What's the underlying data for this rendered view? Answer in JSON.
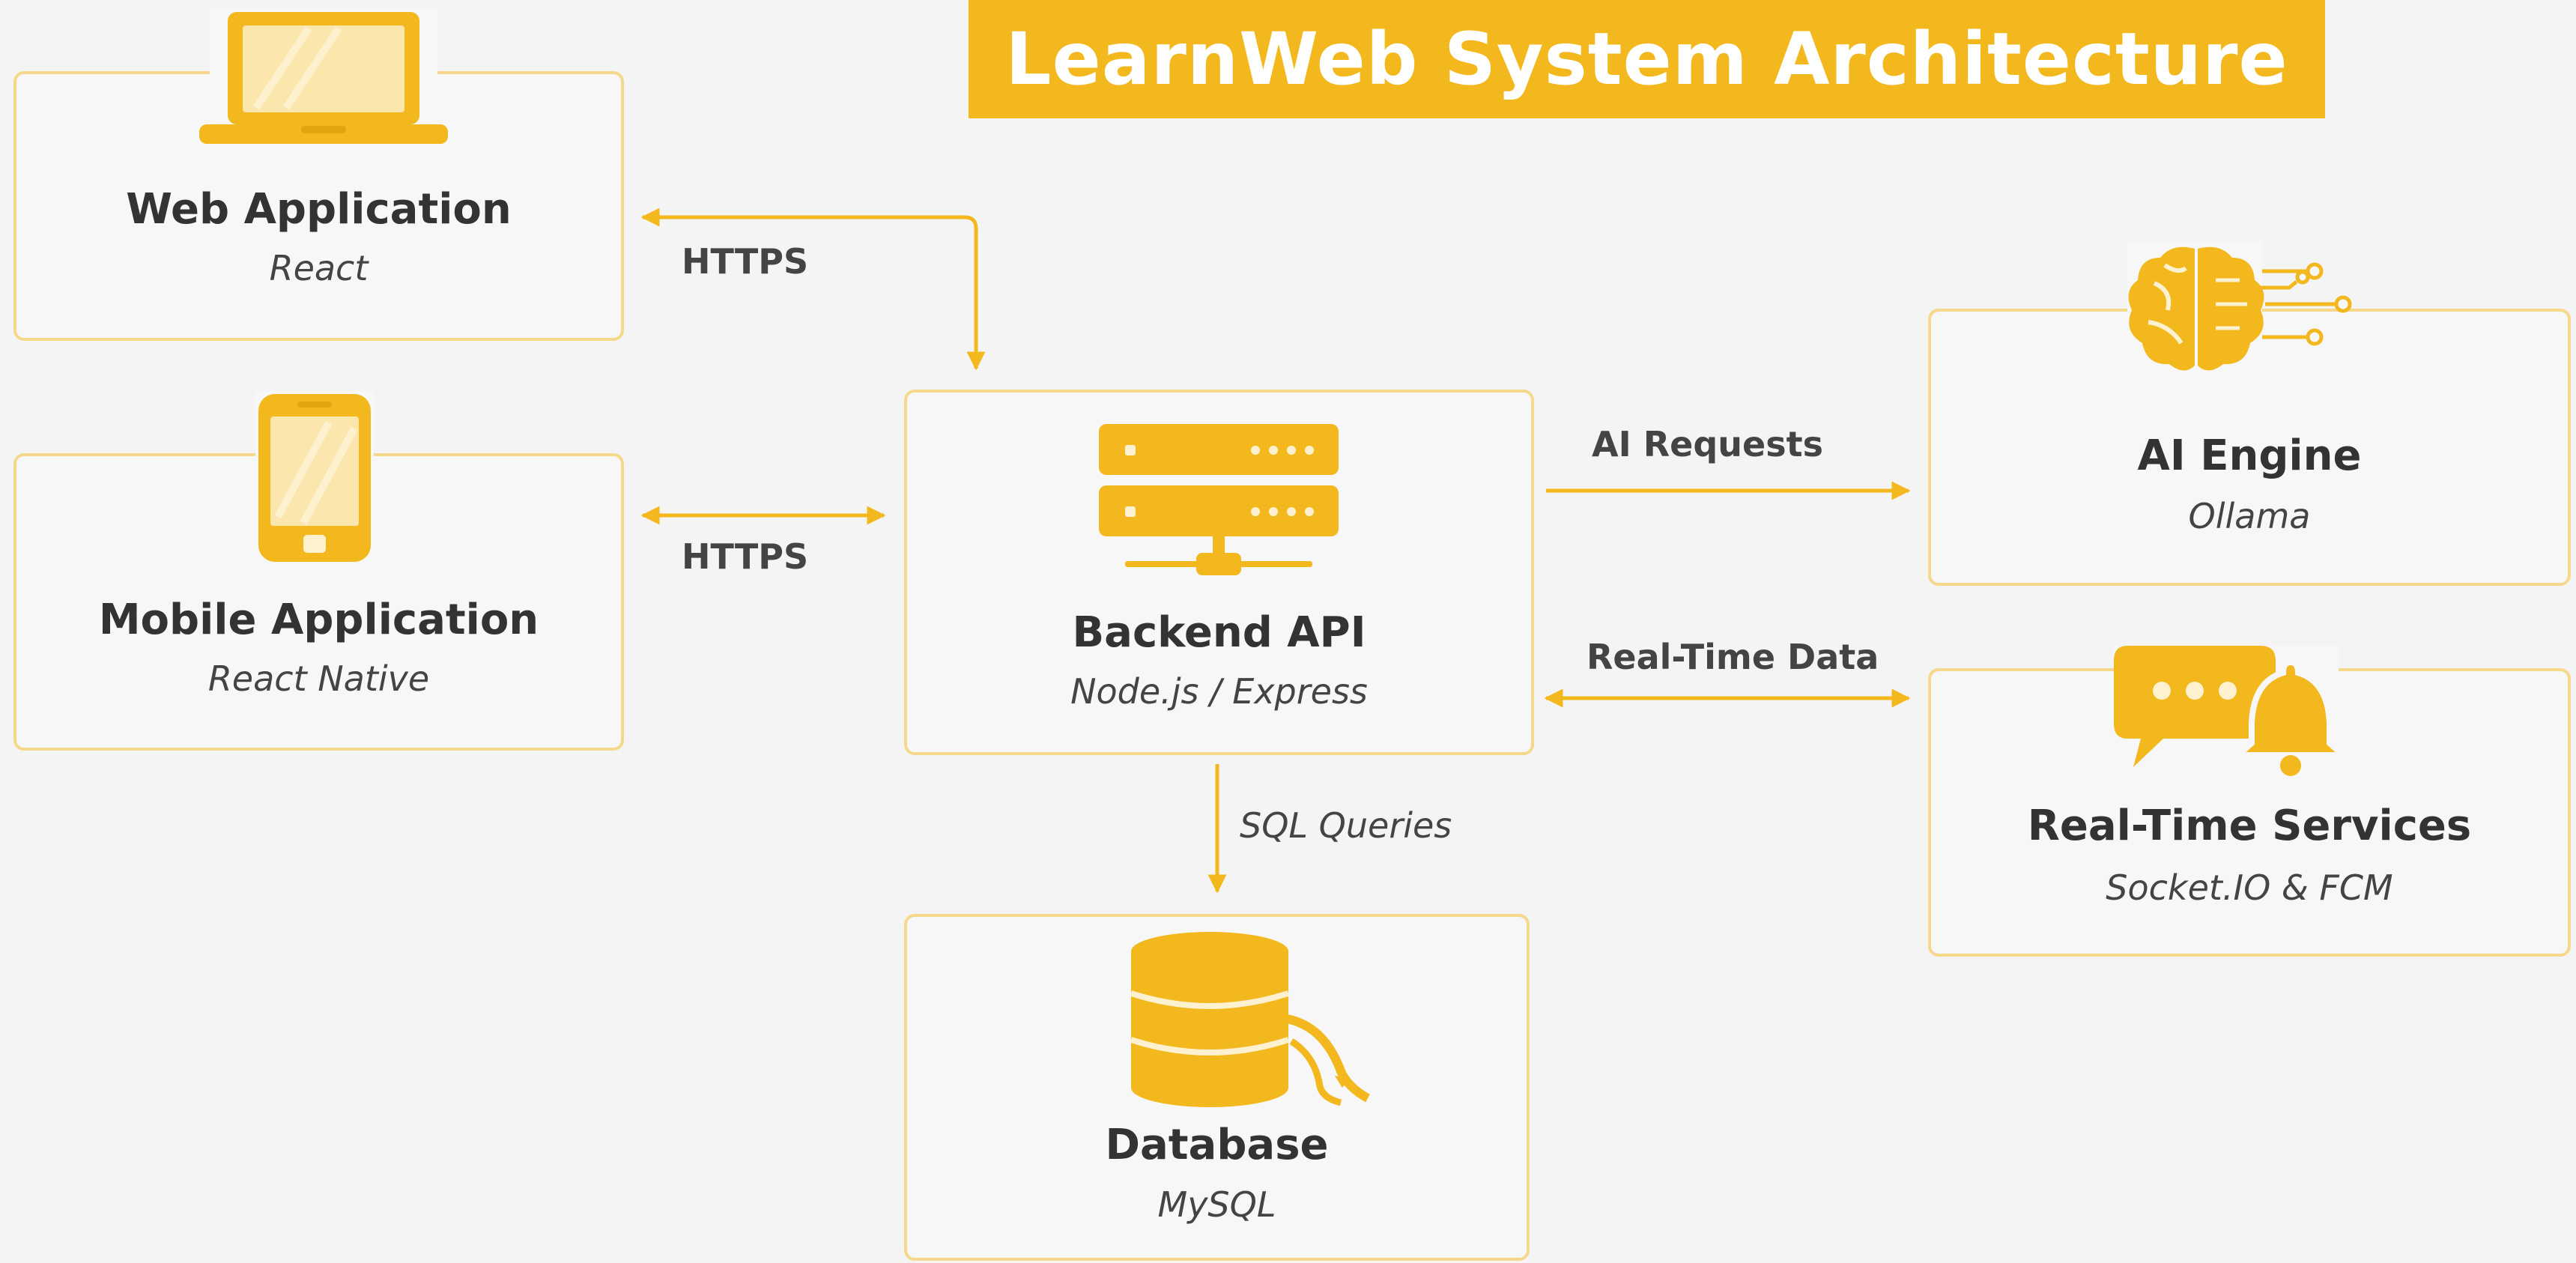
{
  "title": "LearnWeb System Architecture",
  "colors": {
    "accent": "#f2b81e",
    "accent_light": "#f5d88a",
    "text_dark": "#333333",
    "background": "#f4f4f4"
  },
  "nodes": {
    "web_app": {
      "name": "Web Application",
      "tech": "React",
      "icon": "laptop-icon"
    },
    "mobile_app": {
      "name": "Mobile Application",
      "tech": "React Native",
      "icon": "smartphone-icon"
    },
    "backend": {
      "name": "Backend API",
      "tech": "Node.js / Express",
      "icon": "server-icon"
    },
    "database": {
      "name": "Database",
      "tech": "MySQL",
      "icon": "database-icon"
    },
    "ai_engine": {
      "name": "AI Engine",
      "tech": "Ollama",
      "icon": "ai-brain-icon"
    },
    "realtime": {
      "name": "Real-Time Services",
      "tech": "Socket.IO & FCM",
      "icon": "chat-bell-icon"
    }
  },
  "edges": {
    "web_backend": "HTTPS",
    "mobile_backend": "HTTPS",
    "backend_ai": "AI Requests",
    "backend_realtime": "Real-Time Data",
    "backend_database": "SQL Queries"
  }
}
